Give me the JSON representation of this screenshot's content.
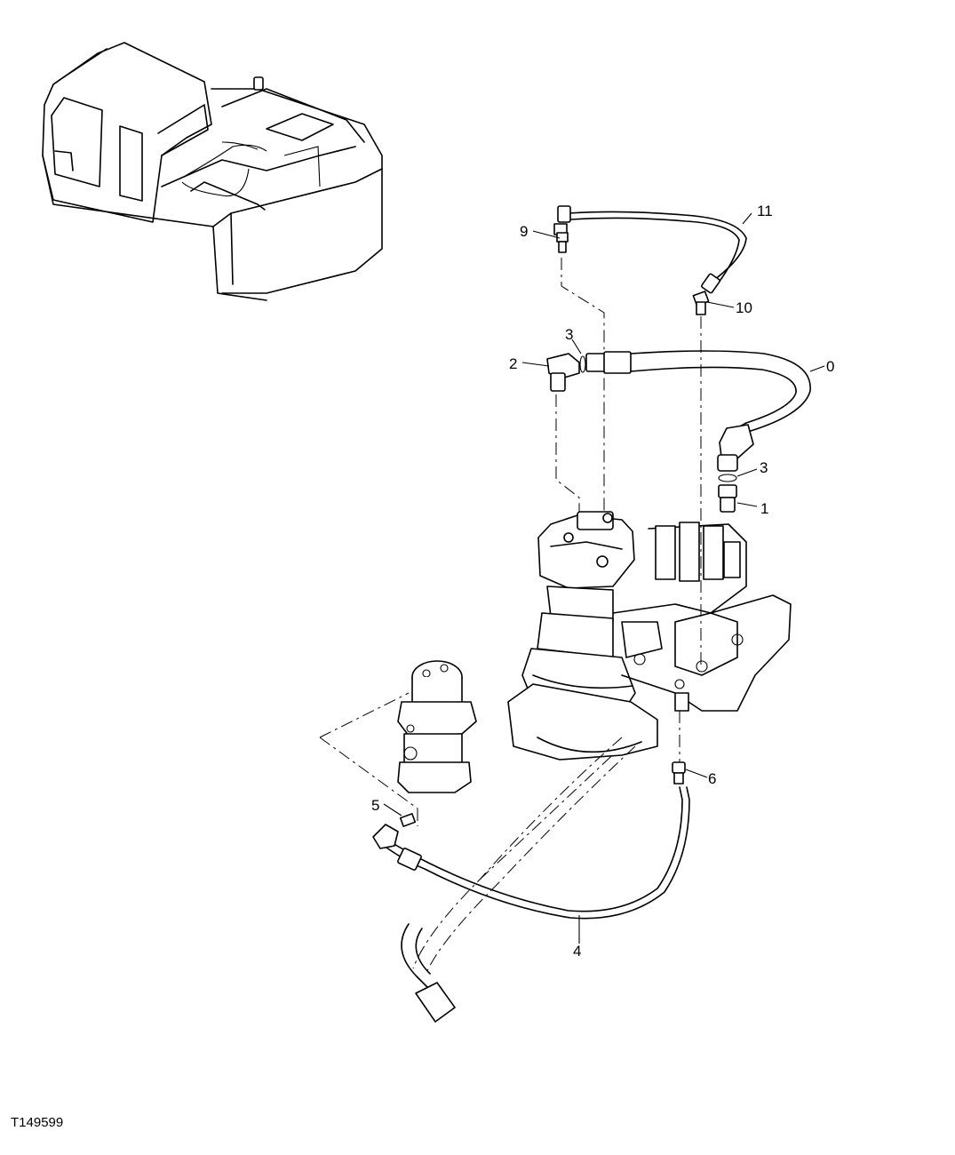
{
  "diagram": {
    "reference_code": "T149599",
    "callouts": [
      {
        "id": "c0",
        "label": "0"
      },
      {
        "id": "c1",
        "label": "1"
      },
      {
        "id": "c2",
        "label": "2"
      },
      {
        "id": "c3a",
        "label": "3"
      },
      {
        "id": "c3b",
        "label": "3"
      },
      {
        "id": "c4",
        "label": "4"
      },
      {
        "id": "c5",
        "label": "5"
      },
      {
        "id": "c6",
        "label": "6"
      },
      {
        "id": "c9",
        "label": "9"
      },
      {
        "id": "c10",
        "label": "10"
      },
      {
        "id": "c11",
        "label": "11"
      }
    ],
    "colors": {
      "line": "#000000",
      "background": "#ffffff"
    }
  }
}
